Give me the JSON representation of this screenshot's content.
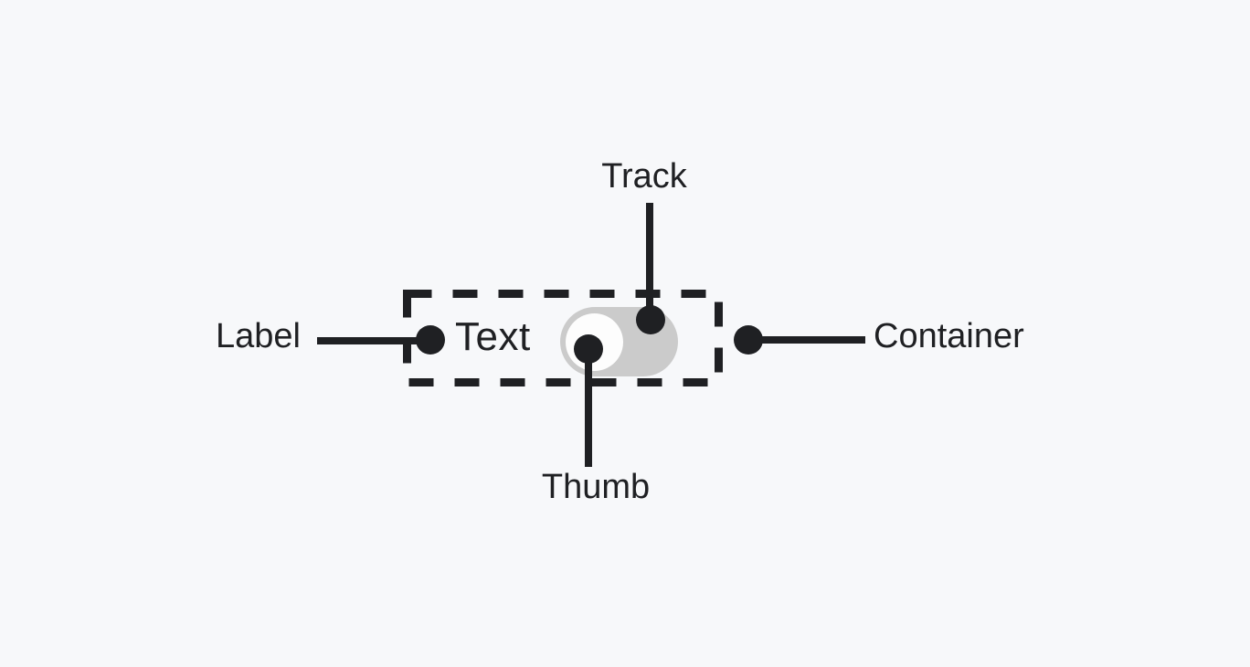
{
  "colors": {
    "bg": "#f7f8fa",
    "ink": "#1f2023",
    "track": "#cbcbcb",
    "thumb": "#fdfdfd"
  },
  "component": {
    "name": "switch",
    "text": "Text",
    "toggle_state": "off"
  },
  "callouts": {
    "label": {
      "label": "Label"
    },
    "track": {
      "label": "Track"
    },
    "thumb": {
      "label": "Thumb"
    },
    "container": {
      "label": "Container"
    }
  }
}
